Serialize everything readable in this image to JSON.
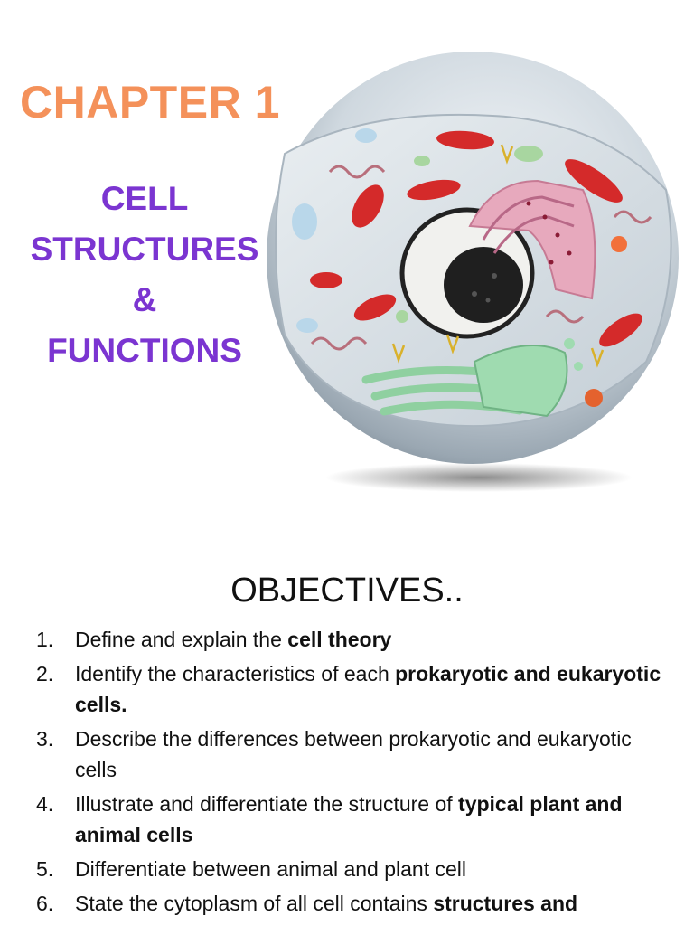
{
  "slide1": {
    "chapter_title": "CHAPTER 1",
    "title_lines": [
      "CELL",
      "STRUCTURES",
      "&",
      "FUNCTIONS"
    ],
    "illustration": "animal-cell-cutaway",
    "colors": {
      "chapter": "#f4915a",
      "title": "#7b35d1",
      "mitochondria": "#d42a2a",
      "golgi": "#8fd0a0",
      "er": "#e7a9bd",
      "nucleus": "#222222"
    }
  },
  "slide2": {
    "heading": "OBJECTIVES..",
    "objectives": [
      {
        "num": "1.",
        "parts": [
          {
            "text": "Define and explain the "
          },
          {
            "text": "cell theory",
            "bold": true
          }
        ]
      },
      {
        "num": "2.",
        "parts": [
          {
            "text": "Identify the characteristics of each "
          },
          {
            "text": "prokaryotic and eukaryotic cells.",
            "bold": true
          }
        ]
      },
      {
        "num": "3.",
        "parts": [
          {
            "text": "Describe the differences between prokaryotic and eukaryotic cells"
          }
        ]
      },
      {
        "num": "4.",
        "parts": [
          {
            "text": "Illustrate and differentiate the structure of "
          },
          {
            "text": "typical plant and animal cells",
            "bold": true
          }
        ]
      },
      {
        "num": "5.",
        "parts": [
          {
            "text": "Differentiate between animal and plant cell"
          }
        ]
      },
      {
        "num": "6.",
        "parts": [
          {
            "text": "State the cytoplasm of all cell contains "
          },
          {
            "text": "structures and",
            "bold": true
          }
        ]
      }
    ]
  }
}
